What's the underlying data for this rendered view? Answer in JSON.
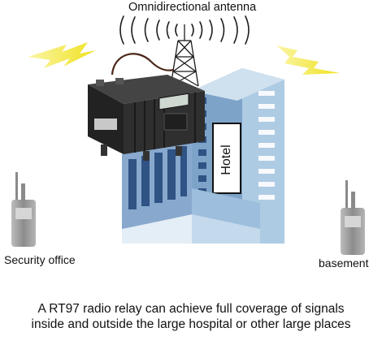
{
  "labels": {
    "antenna": "Omnidirectional antenna",
    "hotel": "Hotel",
    "security_office": "Security office",
    "basement": "basement"
  },
  "caption": {
    "line1": "A RT97 radio relay can achieve full coverage of signals",
    "line2": "inside and outside the large hospital or other large places"
  },
  "colors": {
    "building_light": "#9fc0dc",
    "building_mid": "#5d86b3",
    "building_dark": "#2f5384",
    "relay_body": "#2b2b2b",
    "lightning": "#f2e82c",
    "radio_gray": "#9a9a9a"
  },
  "icons": [
    "signal-waves-icon",
    "lightning-bolt-icon",
    "radio-relay-device",
    "walkie-talkie-icon",
    "antenna-tower-icon"
  ]
}
